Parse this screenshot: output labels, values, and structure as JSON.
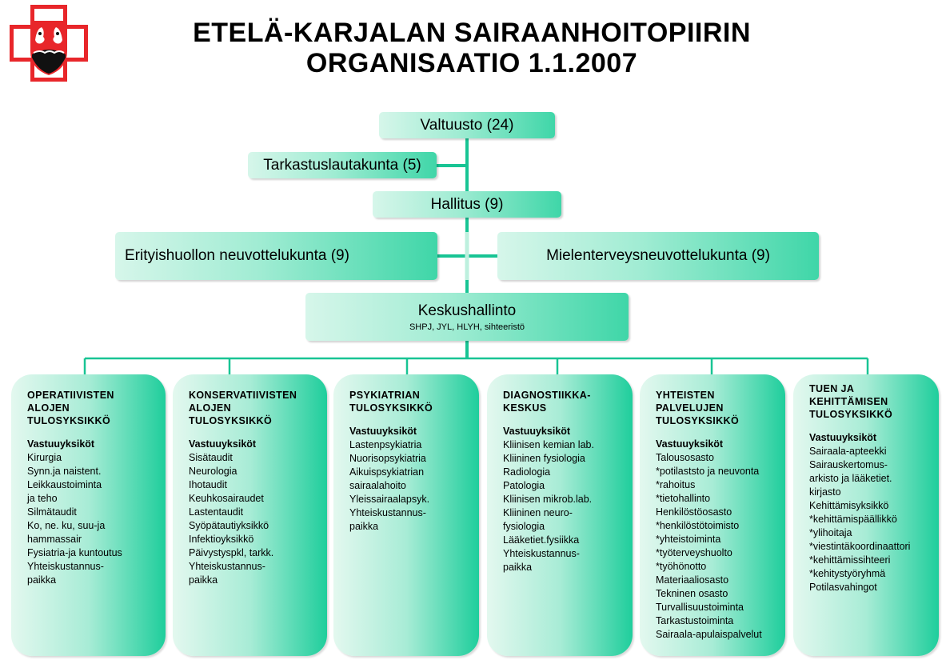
{
  "title_line1": "ETELÄ-KARJALAN SAIRAANHOITOPIIRIN",
  "title_line2": "ORGANISAATIO 1.1.2007",
  "colors": {
    "connector": "#18c494",
    "box_light": "#d6f6ea",
    "box_dark": "#1fce9c",
    "logo_red": "#e8262a"
  },
  "boxes": {
    "valtuusto": "Valtuusto (24)",
    "tarkastus": "Tarkastuslautakunta (5)",
    "hallitus": "Hallitus (9)",
    "erityis": "Erityishuollon neuvottelukunta (9)",
    "mieli": "Mielenterveysneuvottelukunta (9)",
    "keskus": "Keskushallinto",
    "keskus_sub": "SHPJ, JYL, HLYH, sihteeristö"
  },
  "vastuu_label": "Vastuuyksiköt",
  "units": [
    {
      "title": "OPERATIIVISTEN\nALOJEN\nTULOSYKSIKKÖ",
      "items": [
        "Kirurgia",
        "Synn.ja naistent.",
        "Leikkaustoiminta",
        "ja teho",
        "Silmätaudit",
        "Ko, ne. ku, suu-ja",
        "hammassair",
        "Fysiatria-ja kuntoutus",
        "Yhteiskustannus-",
        "paikka"
      ]
    },
    {
      "title": "KONSERVATIIVISTEN\nALOJEN\nTULOSYKSIKKÖ",
      "items": [
        "Sisätaudit",
        "Neurologia",
        "Ihotaudit",
        "Keuhkosairaudet",
        "Lastentaudit",
        "Syöpätautiyksikkö",
        "Infektioyksikkö",
        "Päivystyspkl, tarkk.",
        "Yhteiskustannus-",
        "paikka"
      ]
    },
    {
      "title": "PSYKIATRIAN\nTULOSYKSIKKÖ",
      "items": [
        "Lastenpsykiatria",
        "Nuorisopsykiatria",
        "Aikuispsykiatrian",
        "sairaalahoito",
        "Yleissairaalapsyk.",
        "Yhteiskustannus-",
        "paikka"
      ]
    },
    {
      "title": "DIAGNOSTIIKKA-\nKESKUS",
      "items": [
        "Kliinisen kemian lab.",
        "Kliininen fysiologia",
        "Radiologia",
        "Patologia",
        "Kliinisen mikrob.lab.",
        "Kliininen neuro-",
        "fysiologia",
        "Lääketiet.fysiikka",
        "Yhteiskustannus-",
        "paikka"
      ]
    },
    {
      "title": "YHTEISTEN\nPALVELUJEN\nTULOSYKSIKKÖ",
      "items": [
        "Talousosasto",
        "*potilaststo ja neuvonta",
        "*rahoitus",
        "*tietohallinto",
        "Henkilöstöosasto",
        "*henkilöstötoimisto",
        "*yhteistoiminta",
        "*työterveyshuolto",
        "*työhönotto",
        "Materiaaliosasto",
        "Tekninen osasto",
        "Turvallisuustoiminta",
        "Tarkastustoiminta",
        "Sairaala-apulaispalvelut"
      ]
    },
    {
      "title": "TUEN JA\nKEHITTÄMISEN\nTULOSYKSIKKÖ",
      "items": [
        "Sairaala-apteekki",
        "Sairauskertomus-",
        "arkisto ja lääketiet.",
        "kirjasto",
        "Kehittämisyksikkö",
        "*kehittämispäällikkö",
        "*ylihoitaja",
        "*viestintäkoordinaattori",
        "*kehittämissihteeri",
        "*kehitystyöryhmä",
        "Potilasvahingot"
      ]
    }
  ]
}
